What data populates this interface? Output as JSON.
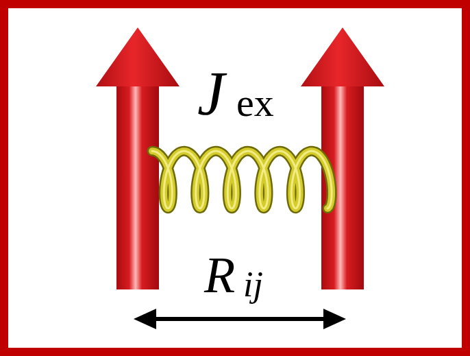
{
  "diagram": {
    "labels": [
      "J",
      "ex",
      "R",
      "ij"
    ]
  }
}
